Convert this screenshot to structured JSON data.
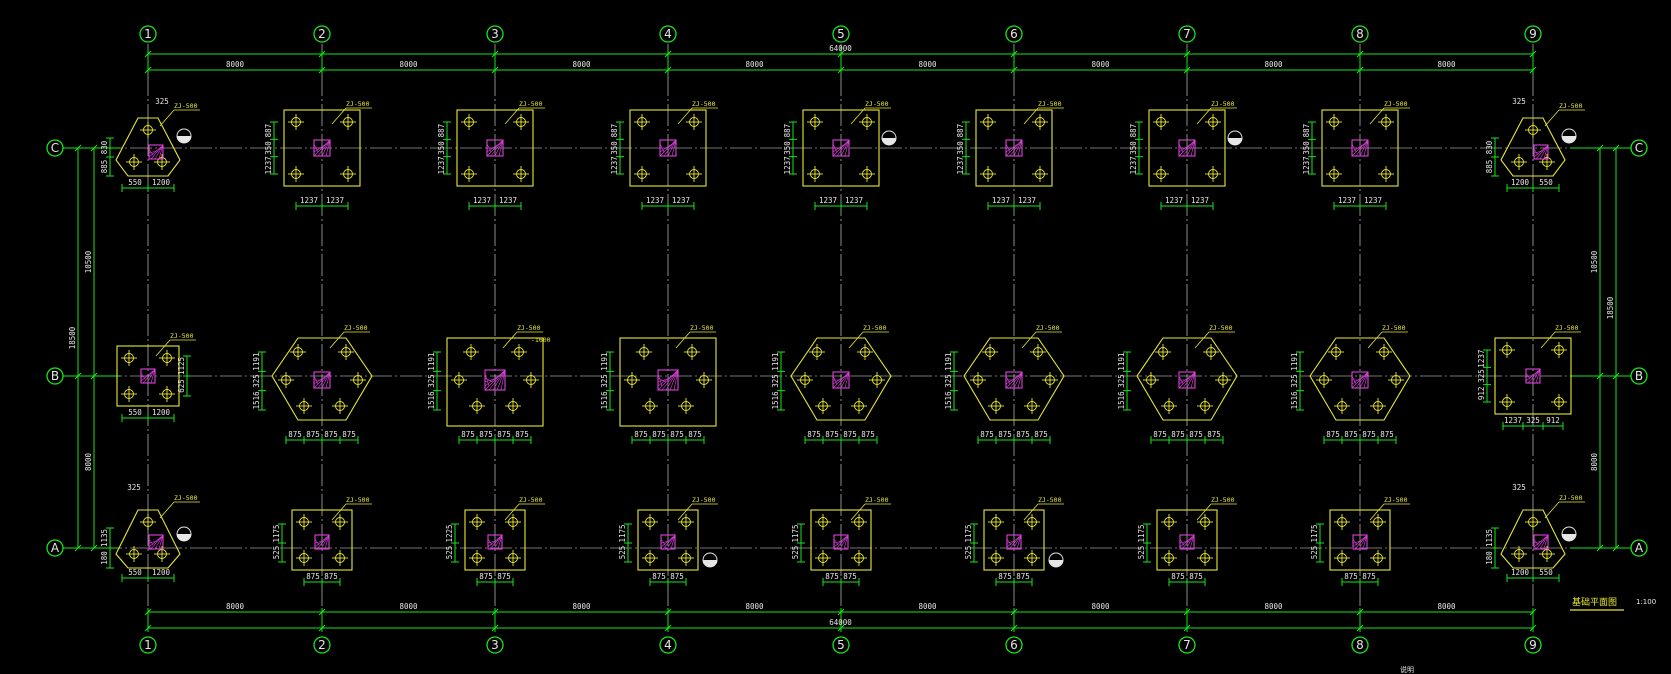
{
  "grid": {
    "columns": [
      "1",
      "2",
      "3",
      "4",
      "5",
      "6",
      "7",
      "8",
      "9"
    ],
    "rows": [
      "C",
      "B",
      "A"
    ]
  },
  "dimensions": {
    "total_width": "64000",
    "bay_width": "8000",
    "total_depth": "18500",
    "depth_cb": "10500",
    "depth_ba": "8000"
  },
  "footings": {
    "tag": "ZJ-500",
    "tag_b3_extra": "-1600",
    "dims": {
      "c_corner_top": "325",
      "c_corner_side_a": "830",
      "c_corner_side_b": "885",
      "c_corner_left": "550",
      "c_corner_right": "1200",
      "c_square_a": "1237",
      "c_square_b": "350",
      "c_square_c": "887",
      "b_end_a": "1125",
      "b_end_b": "625",
      "b_end_c": "550",
      "b_end_d": "1200",
      "b_hex_a": "1516",
      "b_hex_b": "325",
      "b_hex_c": "1191",
      "b_cell": "875",
      "b_right_a": "1237",
      "b_right_b": "325",
      "b_right_c": "912",
      "a_square_a": "525",
      "a_square_b": "1175",
      "a_square_c": "1225",
      "a_corner_a": "1135",
      "a_corner_b": "180"
    }
  },
  "title": {
    "name": "基础平面图",
    "scale": "1:100",
    "note": "说明"
  },
  "colors": {
    "background": "#000000",
    "grid_lines": "#19e619",
    "footings": "#e8e832",
    "columns": "#e040e0",
    "text": "#e6e6e6"
  }
}
